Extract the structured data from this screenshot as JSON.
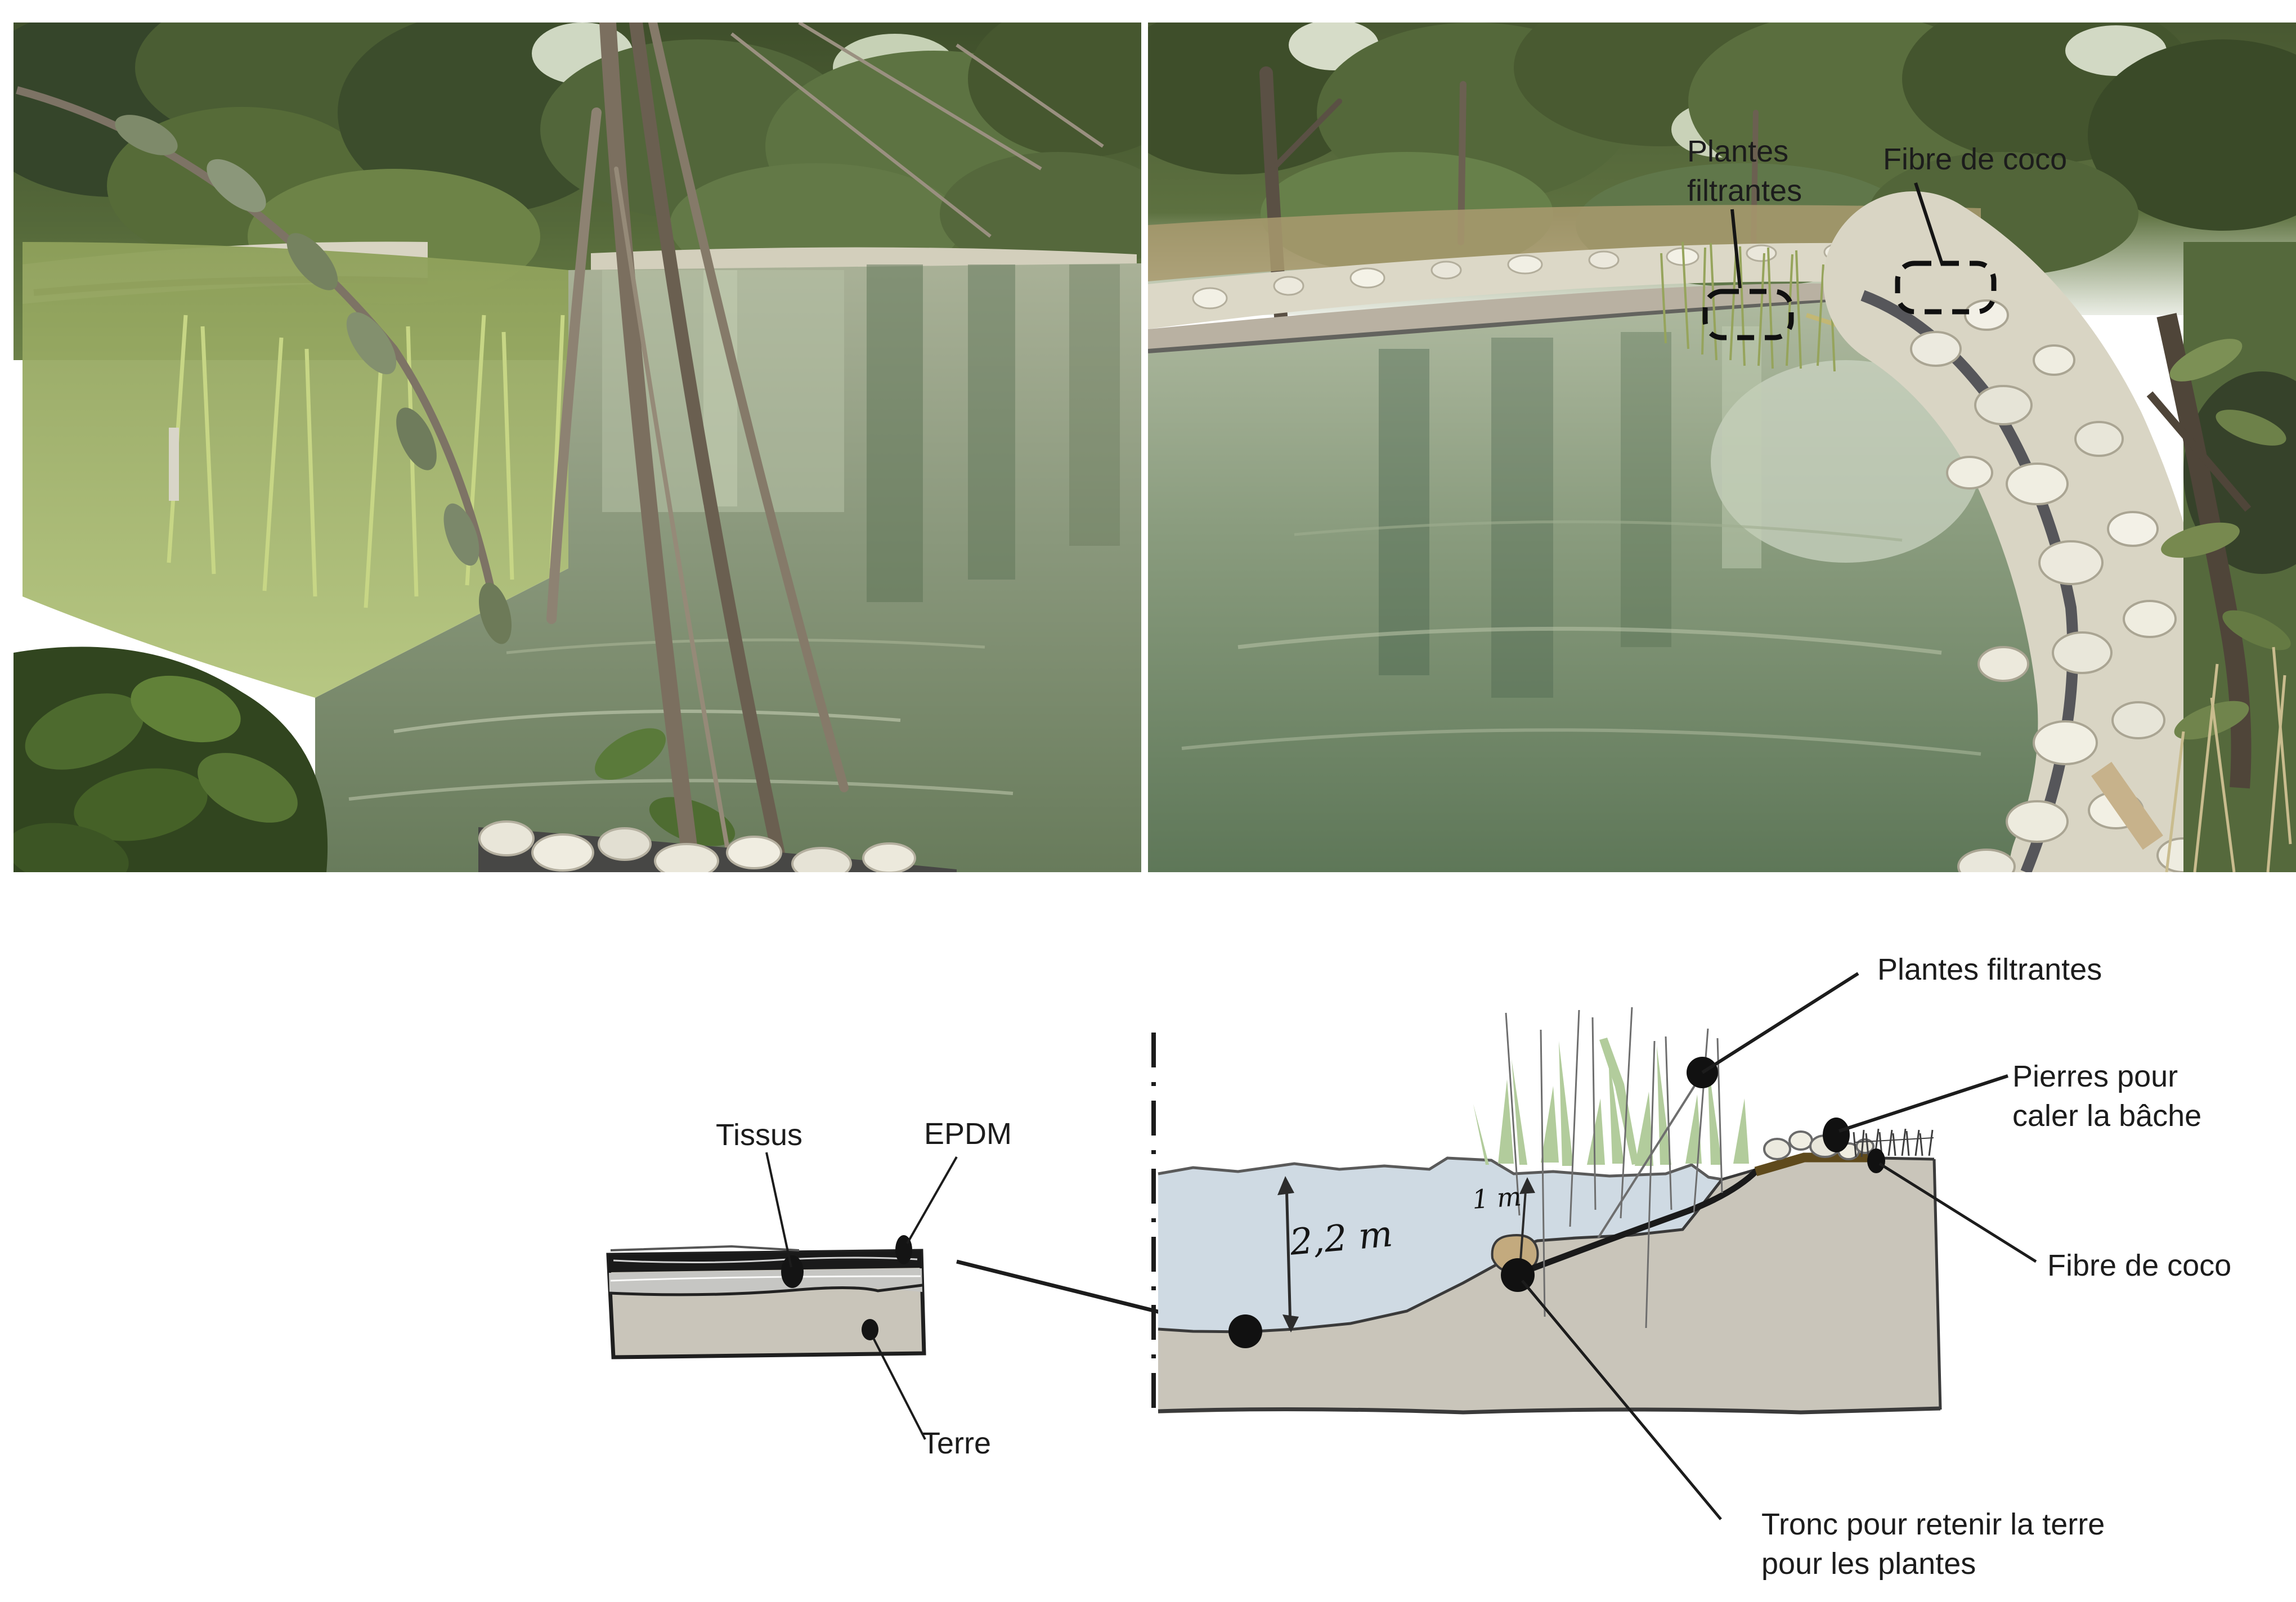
{
  "photo_annotations": {
    "plantes_line1": "Plantes",
    "plantes_line2": "filtrantes",
    "fibre_de_coco": "Fibre de coco"
  },
  "inset_labels": {
    "tissus": "Tissus",
    "epdm": "EPDM",
    "terre": "Terre"
  },
  "section_labels": {
    "plantes_filtrantes": "Plantes filtrantes",
    "pierres_line1": "Pierres pour",
    "pierres_line2": "caler la bâche",
    "fibre_de_coco": "Fibre de coco",
    "tronc_line1": "Tronc pour retenir la terre",
    "tronc_line2": "pour les plantes",
    "depth": "2,2 m",
    "shelf_depth": "1 m"
  },
  "colors": {
    "water": "#cfdae3",
    "soil": "#c9c5ba",
    "liner_black": "#1a1a1a",
    "coco_brown": "#5f4a1c",
    "plant_green": "#b2cc9c",
    "log_tan": "#c3aa7e"
  }
}
